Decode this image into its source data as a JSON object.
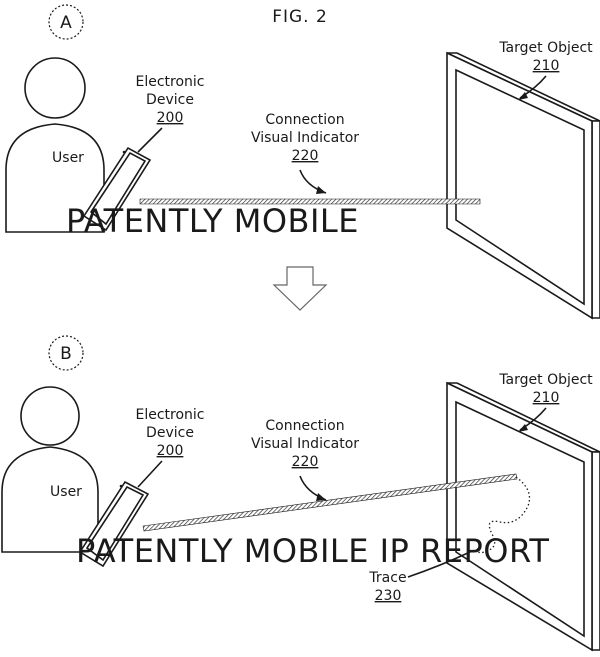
{
  "figure": {
    "title": "FIG. 2"
  },
  "panels": [
    {
      "letter": "A",
      "user_label": "User",
      "device_label_line1": "Electronic",
      "device_label_line2": "Device",
      "device_ref": "200",
      "indicator_label_line1": "Connection",
      "indicator_label_line2": "Visual Indicator",
      "indicator_ref": "220",
      "target_label": "Target Object",
      "target_ref": "210",
      "watermark": "PATENTLY MOBILE"
    },
    {
      "letter": "B",
      "user_label": "User",
      "device_label_line1": "Electronic",
      "device_label_line2": "Device",
      "device_ref": "200",
      "indicator_label_line1": "Connection",
      "indicator_label_line2": "Visual Indicator",
      "indicator_ref": "220",
      "target_label": "Target Object",
      "target_ref": "210",
      "trace_label": "Trace",
      "trace_ref": "230",
      "watermark": "PATENTLY MOBILE IP REPORT"
    }
  ]
}
